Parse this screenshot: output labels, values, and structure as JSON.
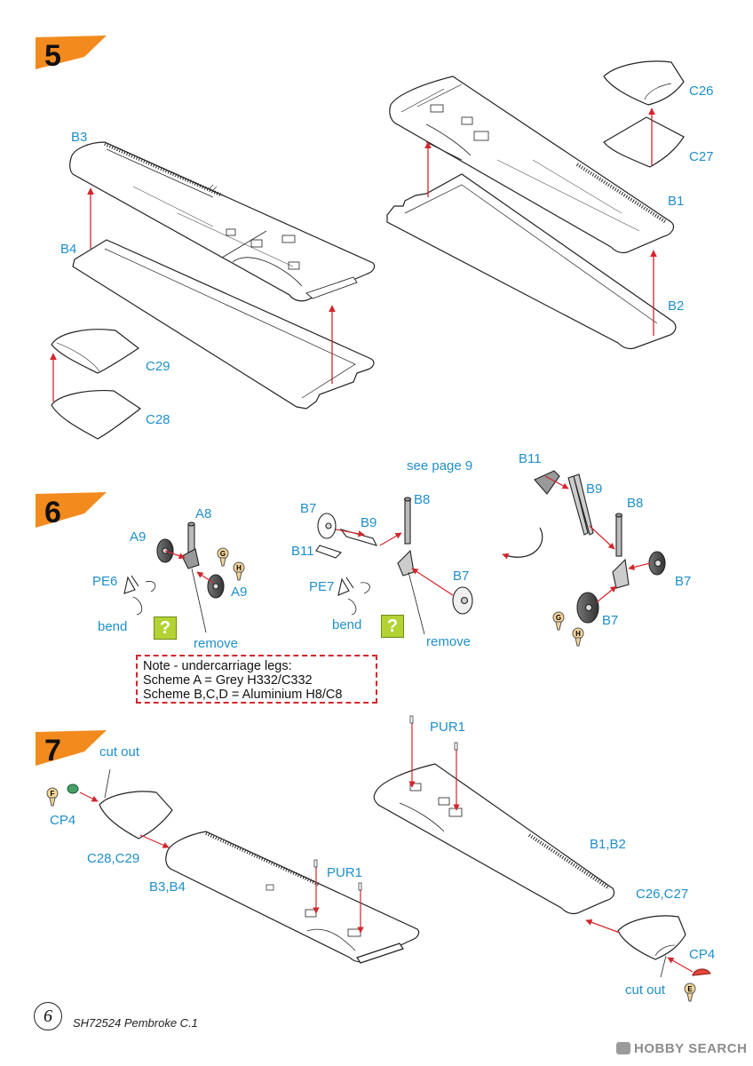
{
  "steps": [
    {
      "number": "5"
    },
    {
      "number": "6"
    },
    {
      "number": "7"
    }
  ],
  "labels": {
    "b3": "B3",
    "b4": "B4",
    "c29": "C29",
    "c28": "C28",
    "c26": "C26",
    "c27": "C27",
    "b1": "B1",
    "b2": "B2",
    "a8": "A8",
    "a9_left": "A9",
    "a9_right": "A9",
    "pe6": "PE6",
    "bend_left": "bend",
    "remove_left": "remove",
    "see_page": "see page 9",
    "b7_top": "B7",
    "b8_mid": "B8",
    "b9_mid": "B9",
    "b11_mid": "B11",
    "pe7": "PE7",
    "bend_mid": "bend",
    "b7_mid_right": "B7",
    "remove_mid": "remove",
    "b11_right": "B11",
    "b9_right": "B9",
    "b8_right": "B8",
    "b7_right": "B7",
    "b7_right_low": "B7",
    "cut_out_left": "cut out",
    "cp4_left": "CP4",
    "c28c29": "C28,C29",
    "b3b4": "B3,B4",
    "pur1_left": "PUR1",
    "pur1_right": "PUR1",
    "b1b2": "B1,B2",
    "c26c27": "C26,C27",
    "cp4_right": "CP4",
    "cut_out_right": "cut out"
  },
  "paint_codes": {
    "g1": "G",
    "h1": "H",
    "g2": "G",
    "h2": "H",
    "f": "F",
    "e": "E"
  },
  "note": {
    "line1": "Note - undercarriage legs:",
    "line2": "Scheme A = Grey H332/C332",
    "line3": "Scheme B,C,D = Aluminium H8/C8"
  },
  "question_mark": "?",
  "footer": {
    "page": "6",
    "kit": "SH72524  Pembroke C.1"
  },
  "watermark": "HOBBY SEARCH",
  "colors": {
    "label": "#1f8fc9",
    "arrow": "#d3262b",
    "step_tab": "#f28a1e",
    "question_box": "#b3d334"
  }
}
